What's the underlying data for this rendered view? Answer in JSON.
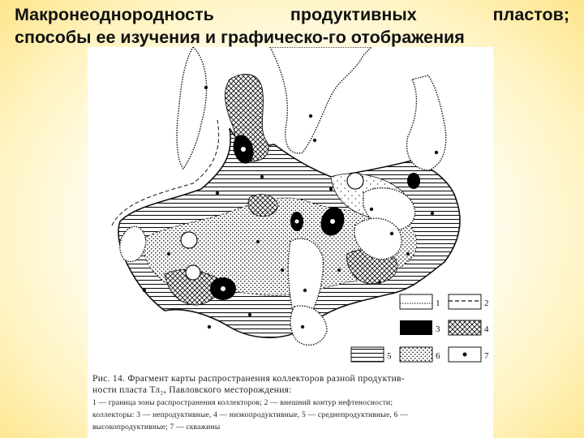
{
  "slide": {
    "title_line1_words": [
      "Макронеоднородность",
      "продуктивных",
      "пластов;"
    ],
    "title_line2": "способы ее изучения и графическо-го отображения"
  },
  "figure": {
    "legend_numbers": [
      "1",
      "2",
      "3",
      "4",
      "5",
      "6",
      "7"
    ],
    "caption_line1": "Рис. 14. Фрагмент карты распространения коллекторов разной продуктив-",
    "caption_line2": "ности пласта Тл₂ₐ Павловского месторождения:",
    "legend_line1": "1 — граница зоны распространения коллекторов;  2 — внешний контур нефтеносности;",
    "legend_line2": "коллекторы: 3 — непродуктивные, 4 — низкопродуктивные, 5 — среднепродуктивные, 6 —",
    "legend_line3": "высокопродуктивные; 7 — скважины"
  }
}
